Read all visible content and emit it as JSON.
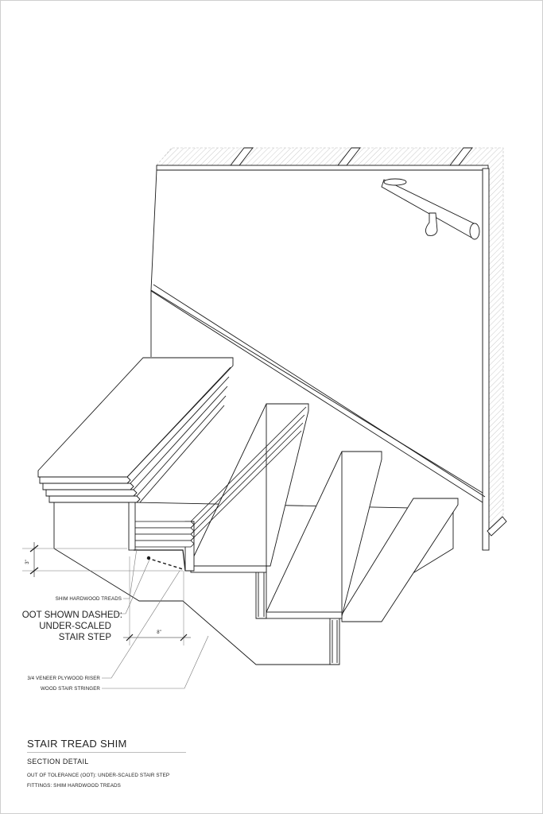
{
  "labels": {
    "shim_treads": "SHIM HARDWOOD TREADS",
    "oot_line1": "OOT SHOWN DASHED:",
    "oot_line2": "UNDER-SCALED",
    "oot_line3": "STAIR STEP",
    "veneer_riser": "3/4 VENEER PLYWOOD RISER",
    "stringer": "WOOD STAIR STRINGER"
  },
  "dimensions": {
    "vertical": "3\"",
    "horizontal": "8\""
  },
  "title_block": {
    "title": "STAIR TREAD SHIM",
    "subtitle": "SECTION DETAIL",
    "note1": "OUT OF TOLERANCE (OOT): UNDER-SCALED STAIR STEP",
    "note2": "FITTINGS: SHIM HARDWOOD TREADS"
  },
  "colors": {
    "line": "#1a1a1a",
    "hatch": "#9a9a9a",
    "leader": "#777777"
  }
}
